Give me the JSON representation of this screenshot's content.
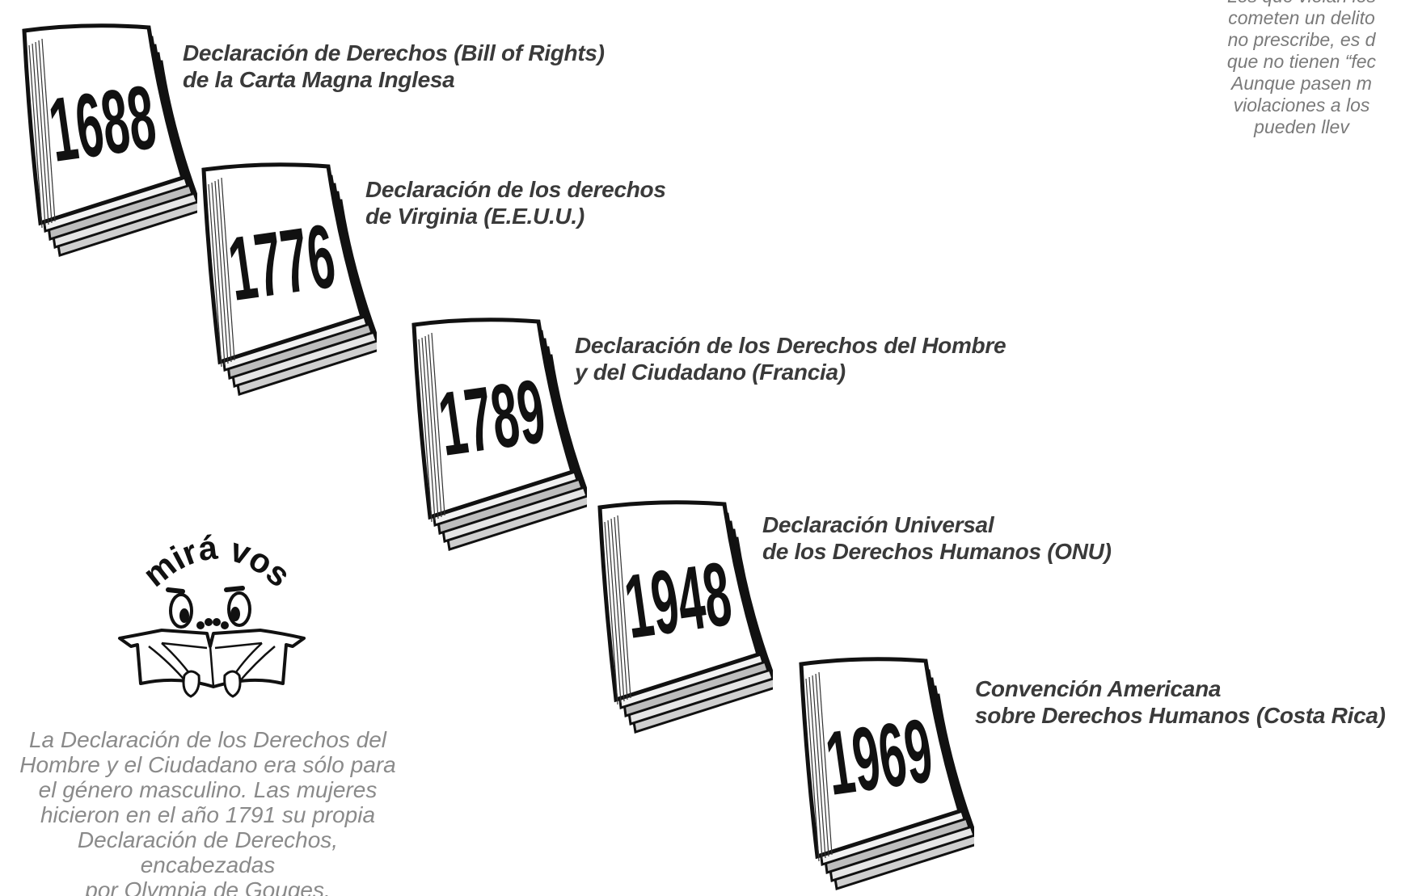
{
  "timeline": [
    {
      "year": "1688",
      "lines": [
        "Declaración de Derechos (Bill of Rights)",
        "de la Carta Magna Inglesa"
      ]
    },
    {
      "year": "1776",
      "lines": [
        "Declaración de los derechos",
        "de Virginia (E.E.U.U.)"
      ]
    },
    {
      "year": "1789",
      "lines": [
        "Declaración de los Derechos del Hombre",
        "y del Ciudadano (Francia)"
      ]
    },
    {
      "year": "1948",
      "lines": [
        "Declaración Universal",
        "de los Derechos Humanos (ONU)"
      ]
    },
    {
      "year": "1969",
      "lines": [
        "Convención Americana",
        "sobre Derechos Humanos (Costa Rica)"
      ]
    }
  ],
  "side_note": {
    "lines": [
      "Los que violan los",
      "cometen un delito",
      "no prescribe, es d",
      "que no tienen “fec",
      "Aunque pasen m",
      "violaciones a los",
      "pueden llev"
    ]
  },
  "mascot": {
    "label": "mirá vos",
    "icon": "reading-mascot-icon"
  },
  "bottom_note": {
    "lines": [
      "La Declaración de los Derechos del",
      "Hombre y el Ciudadano era sólo para",
      "el género masculino. Las mujeres",
      "hicieron en el año 1791 su propia",
      "Declaración de Derechos, encabezadas",
      "por Olympia de Gouges."
    ]
  },
  "colors": {
    "ink": "#111111",
    "text": "#3a3a3a",
    "note": "#8a8a8a"
  }
}
